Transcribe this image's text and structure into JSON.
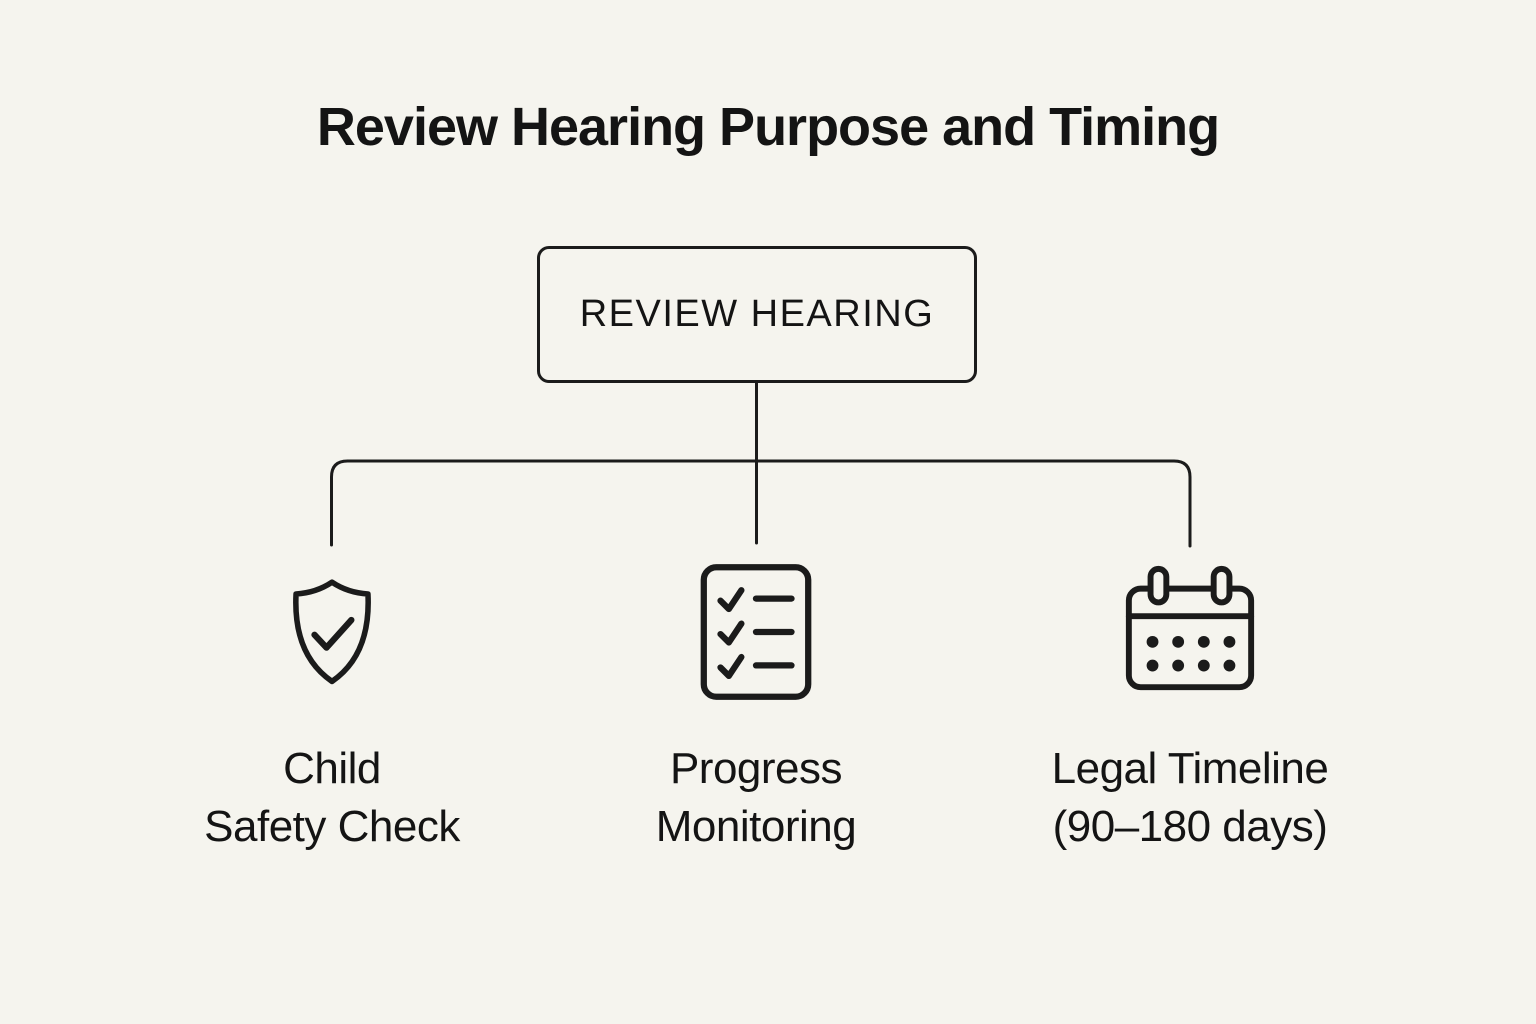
{
  "title": "Review Hearing Purpose and Timing",
  "root_node": {
    "label": "REVIEW HEARING"
  },
  "branches": [
    {
      "icon": "shield-check-icon",
      "line1": "Child",
      "line2": "Safety Check"
    },
    {
      "icon": "checklist-icon",
      "line1": "Progress",
      "line2": "Monitoring"
    },
    {
      "icon": "calendar-icon",
      "line1": "Legal Timeline",
      "line2": "(90–180 days)"
    }
  ],
  "colors": {
    "background": "#f5f4ee",
    "stroke": "#1b1b1b",
    "text": "#141414"
  }
}
